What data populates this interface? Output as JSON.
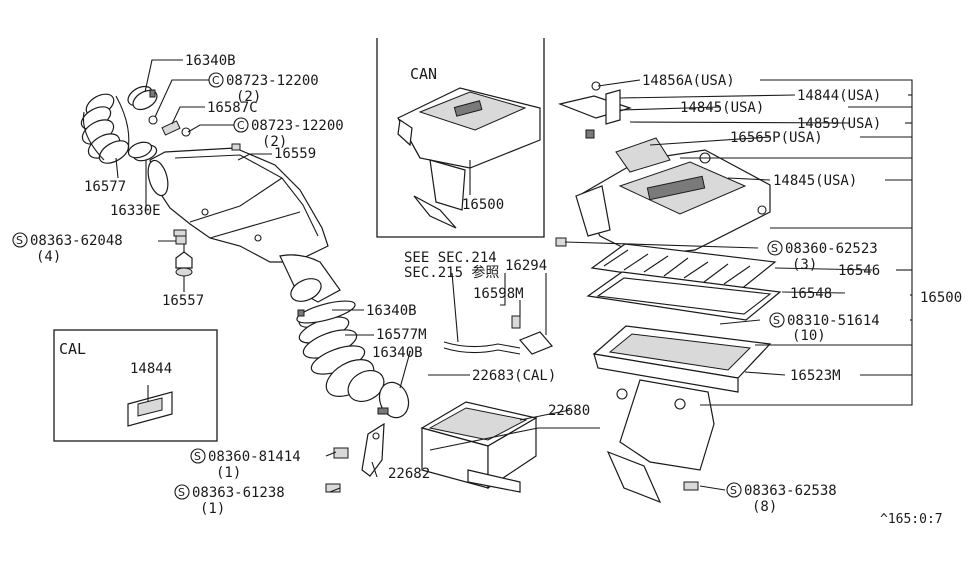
{
  "boxes": {
    "can": "CAN",
    "cal": "CAL"
  },
  "labels": {
    "p16340b_top": "16340B",
    "p08723_a": "08723-12200",
    "p08723_a_qty": "(2)",
    "p16587c": "16587C",
    "p08723_b": "08723-12200",
    "p08723_b_qty": "(2)",
    "p16559": "16559",
    "p16577": "16577",
    "p16330e": "16330E",
    "p08363_62048": "08363-62048",
    "p08363_62048_qty": "(4)",
    "p16557": "16557",
    "p16500_can": "16500",
    "see_sec_1": "SEE SEC.214",
    "see_sec_2": "SEC.215 参照",
    "p16294": "16294",
    "p16598m": "16598M",
    "p16340b_mid": "16340B",
    "p16577m": "16577M",
    "p16340b_low": "16340B",
    "p22683": "22683(CAL)",
    "p22680": "22680",
    "p14844_cal": "14844",
    "p08360_81414": "08360-81414",
    "p08360_81414_qty": "(1)",
    "p22682": "22682",
    "p08363_61238": "08363-61238",
    "p08363_61238_qty": "(1)",
    "p14856a": "14856A(USA)",
    "p14844_usa": "14844(USA)",
    "p14845_usa_a": "14845(USA)",
    "p14859": "14859(USA)",
    "p16565p": "16565P(USA)",
    "p14845_usa_b": "14845(USA)",
    "p08360_62523": "08360-62523",
    "p08360_62523_qty": "(3)",
    "p16546": "16546",
    "p16548": "16548",
    "p16500": "16500",
    "p08310_51614": "08310-51614",
    "p08310_51614_qty": "(10)",
    "p16523m": "16523M",
    "p08363_62538": "08363-62538",
    "p08363_62538_qty": "(8)",
    "page_code": "^165:0:7"
  },
  "symbols": {
    "c": "C",
    "s": "S"
  }
}
